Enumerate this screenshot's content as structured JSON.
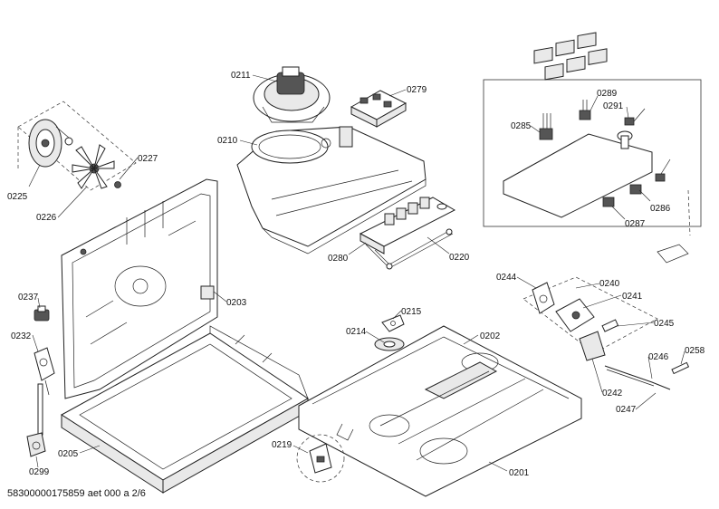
{
  "footer": {
    "document_code": "58300000175859 aet 000 a 2/6"
  },
  "labels": {
    "p0211": "0211",
    "p0279": "0279",
    "p0210": "0210",
    "p0289": "0289",
    "p0291": "0291",
    "p0285": "0285",
    "p0227": "0227",
    "p0225": "0225",
    "p0226": "0226",
    "p0286": "0286",
    "p0287": "0287",
    "p0280": "0280",
    "p0220": "0220",
    "p0244": "0244",
    "p0240": "0240",
    "p0241": "0241",
    "p0237": "0237",
    "p0203": "0203",
    "p0215": "0215",
    "p0214": "0214",
    "p0202": "0202",
    "p0245": "0245",
    "p0232": "0232",
    "p0258": "0258",
    "p0246": "0246",
    "p0242": "0242",
    "p0247": "0247",
    "p0219": "0219",
    "p0205": "0205",
    "p0201": "0201",
    "p0299": "0299"
  }
}
